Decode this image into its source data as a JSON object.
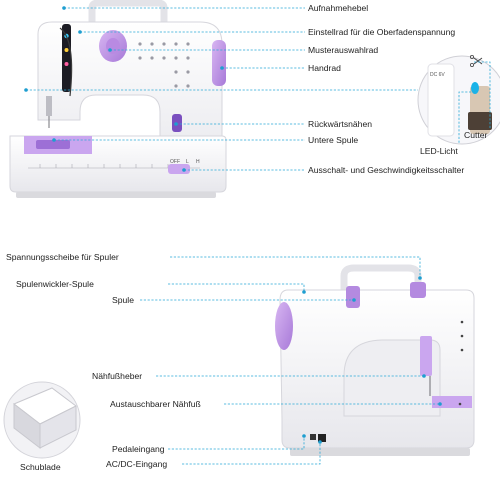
{
  "labels": {
    "aufnahmehebel": "Aufnahmehebel",
    "einstellrad": "Einstellrad für die Oberfadenspannung",
    "musterauswahlrad": "Musterauswahlrad",
    "handrad": "Handrad",
    "rueckwaerts": "Rückwärtsnähen",
    "untere_spule": "Untere Spule",
    "cutter": "Cutter",
    "led": "LED-Licht",
    "schalter": "Ausschalt- und Geschwindigkeitsschalter",
    "spannungsscheibe": "Spannungsscheibe für Spuler",
    "spulenwickler": "Spulenwickler-Spule",
    "spule": "Spule",
    "naehfussheber": "Nähfußheber",
    "naehfuss": "Austauschbarer Nähfuß",
    "pedal": "Pedaleingang",
    "acdc": "AC/DC-Eingang",
    "schublade": "Schublade"
  },
  "machine_markings": {
    "off": "OFF",
    "low": "L",
    "high": "H",
    "dc": "DC 6V"
  },
  "colors": {
    "accent_purple": "#c49ae6",
    "leader_blue": "#2aa9d6",
    "body_white": "#f4f4f6"
  }
}
